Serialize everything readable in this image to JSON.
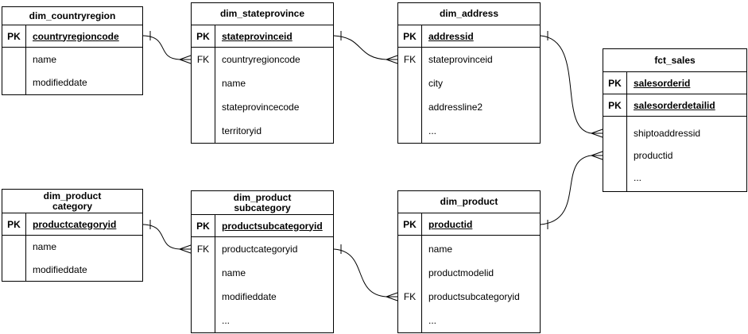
{
  "colors": {
    "border": "#000000",
    "background": "#ffffff",
    "text": "#000000"
  },
  "tables": [
    {
      "name": "dim_countryregion",
      "title": "dim_countryregion",
      "key_rows": [
        {
          "key": "PK",
          "field": "countryregioncode"
        }
      ],
      "body_rows": [
        {
          "key": "",
          "field": "name"
        },
        {
          "key": "",
          "field": "modifieddate"
        }
      ]
    },
    {
      "name": "dim_stateprovince",
      "title": "dim_stateprovince",
      "key_rows": [
        {
          "key": "PK",
          "field": "stateprovinceid"
        }
      ],
      "body_rows": [
        {
          "key": "FK",
          "field": "countryregioncode"
        },
        {
          "key": "",
          "field": "name"
        },
        {
          "key": "",
          "field": "stateprovincecode"
        },
        {
          "key": "",
          "field": "territoryid"
        }
      ]
    },
    {
      "name": "dim_address",
      "title": "dim_address",
      "key_rows": [
        {
          "key": "PK",
          "field": "addressid"
        }
      ],
      "body_rows": [
        {
          "key": "FK",
          "field": "stateprovinceid"
        },
        {
          "key": "",
          "field": "city"
        },
        {
          "key": "",
          "field": "addressline2"
        },
        {
          "key": "",
          "field": "..."
        }
      ]
    },
    {
      "name": "fct_sales",
      "title": "fct_sales",
      "key_rows": [
        {
          "key": "PK",
          "field": "salesorderid"
        },
        {
          "key": "PK",
          "field": "salesorderdetailid"
        }
      ],
      "body_rows": [
        {
          "key": "",
          "field": "shiptoaddressid"
        },
        {
          "key": "",
          "field": "productid"
        },
        {
          "key": "",
          "field": "..."
        }
      ]
    },
    {
      "name": "dim_productcategory",
      "title": "dim_product\ncategory",
      "key_rows": [
        {
          "key": "PK",
          "field": "productcategoryid"
        }
      ],
      "body_rows": [
        {
          "key": "",
          "field": "name"
        },
        {
          "key": "",
          "field": "modifieddate"
        }
      ]
    },
    {
      "name": "dim_productsubcategory",
      "title": "dim_product\nsubcategory",
      "key_rows": [
        {
          "key": "PK",
          "field": "productsubcategoryid"
        }
      ],
      "body_rows": [
        {
          "key": "FK",
          "field": "productcategoryid"
        },
        {
          "key": "",
          "field": "name"
        },
        {
          "key": "",
          "field": "modifieddate"
        },
        {
          "key": "",
          "field": "..."
        }
      ]
    },
    {
      "name": "dim_product",
      "title": "dim_product",
      "key_rows": [
        {
          "key": "PK",
          "field": "productid"
        }
      ],
      "body_rows": [
        {
          "key": "",
          "field": "name"
        },
        {
          "key": "",
          "field": "productmodelid"
        },
        {
          "key": "FK",
          "field": "productsubcategoryid"
        },
        {
          "key": "",
          "field": "..."
        }
      ]
    }
  ],
  "relationships": [
    {
      "from": "dim_countryregion",
      "from_field": "countryregioncode",
      "to": "dim_stateprovince",
      "to_field": "countryregioncode",
      "cardinality": "one-to-many"
    },
    {
      "from": "dim_stateprovince",
      "from_field": "stateprovinceid",
      "to": "dim_address",
      "to_field": "stateprovinceid",
      "cardinality": "one-to-many"
    },
    {
      "from": "dim_address",
      "from_field": "addressid",
      "to": "fct_sales",
      "to_field": "shiptoaddressid",
      "cardinality": "one-to-many"
    },
    {
      "from": "dim_product",
      "from_field": "productid",
      "to": "fct_sales",
      "to_field": "productid",
      "cardinality": "one-to-many"
    },
    {
      "from": "dim_productcategory",
      "from_field": "productcategoryid",
      "to": "dim_productsubcategory",
      "to_field": "productcategoryid",
      "cardinality": "one-to-many"
    },
    {
      "from": "dim_productsubcategory",
      "from_field": "productsubcategoryid",
      "to": "dim_product",
      "to_field": "productsubcategoryid",
      "cardinality": "one-to-many"
    }
  ]
}
